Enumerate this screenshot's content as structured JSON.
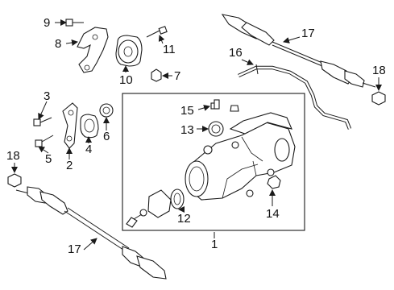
{
  "callouts": {
    "c1": "1",
    "c2": "2",
    "c3": "3",
    "c4": "4",
    "c5": "5",
    "c6": "6",
    "c7": "7",
    "c8": "8",
    "c9": "9",
    "c10": "10",
    "c11": "11",
    "c12": "12",
    "c13": "13",
    "c14": "14",
    "c15": "15",
    "c16": "16",
    "c17a": "17",
    "c17b": "17",
    "c18a": "18",
    "c18b": "18"
  }
}
